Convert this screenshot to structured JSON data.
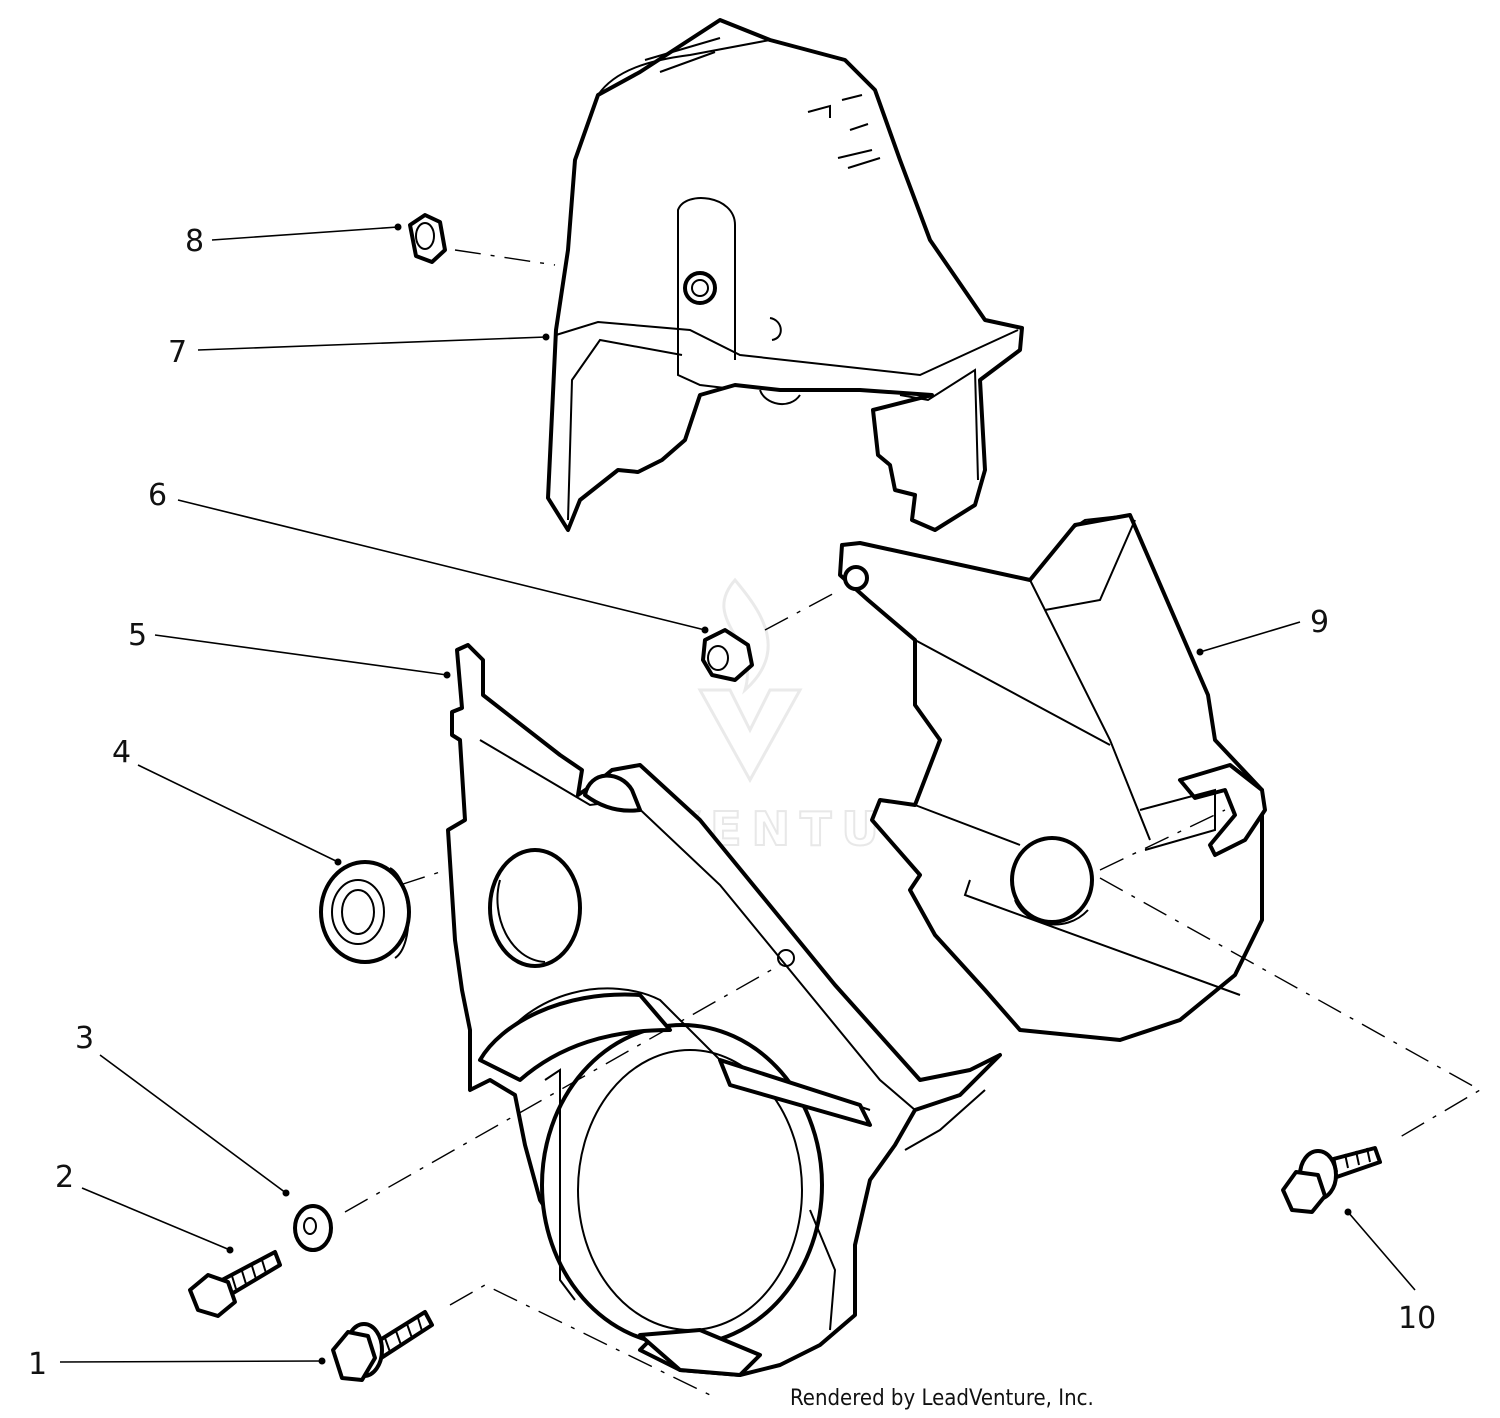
{
  "callouts": [
    "1",
    "2",
    "3",
    "4",
    "5",
    "6",
    "7",
    "8",
    "9",
    "10"
  ],
  "footer": {
    "credit": "Rendered by LeadVenture, Inc."
  },
  "watermark": {
    "text": "LEADVENTURE"
  }
}
